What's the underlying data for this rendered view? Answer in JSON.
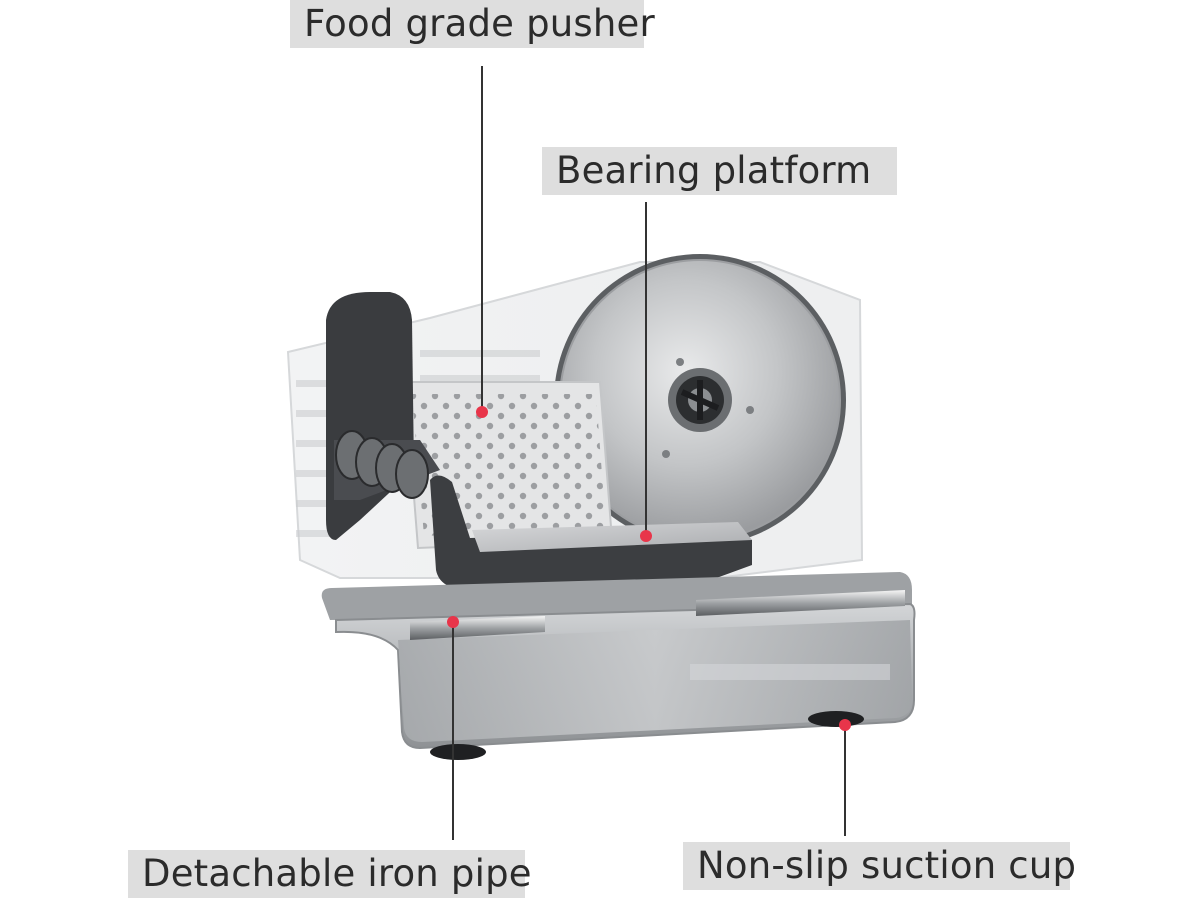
{
  "callouts": {
    "pusher": {
      "label": "Food grade pusher"
    },
    "platform": {
      "label": "Bearing platform"
    },
    "pipe": {
      "label": "Detachable iron pipe"
    },
    "suction": {
      "label": "Non-slip suction cup"
    }
  },
  "colors": {
    "label_background": "#dedede",
    "label_text": "#2b2b2b",
    "marker_dot": "#e8354a",
    "leader_line": "#333333",
    "body_steel": "#b9bcbf",
    "dark_plastic": "#3b3d40",
    "blade_steel": "#c9cacc"
  }
}
